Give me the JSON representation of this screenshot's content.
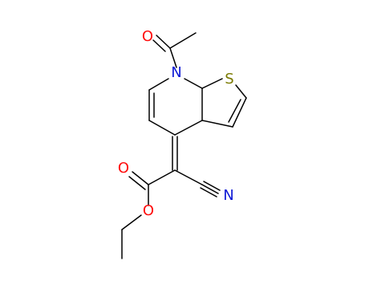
{
  "molecule": {
    "atoms": [
      {
        "id": "O1",
        "symbol": "O",
        "color": "#ff0d0d"
      },
      {
        "id": "N1",
        "symbol": "N",
        "color": "#0c18d6"
      },
      {
        "id": "S1",
        "symbol": "S",
        "color": "#7a7a00"
      },
      {
        "id": "O2",
        "symbol": "O",
        "color": "#ff0d0d"
      },
      {
        "id": "O3",
        "symbol": "O",
        "color": "#ff0d0d"
      },
      {
        "id": "N2",
        "symbol": "N",
        "color": "#0c18d6"
      }
    ],
    "bond_color": "#000000"
  }
}
